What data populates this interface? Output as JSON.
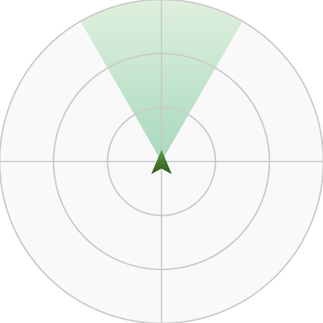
{
  "radar": {
    "range_ring_count": 3,
    "heading_deg": 0,
    "field_of_view_deg": 60,
    "colors": {
      "background_disc": "#f9f9f9",
      "ring_stroke": "#cccccc",
      "crosshair_stroke": "#c6c6c6",
      "cone_fill_top": "#dff0dd",
      "cone_fill_bottom": "#a8d9bf",
      "marker_fill_top": "#5f9a3f",
      "marker_fill_bottom": "#2f5a20"
    },
    "icons": {
      "position_marker": "navigation-arrow-icon"
    }
  }
}
